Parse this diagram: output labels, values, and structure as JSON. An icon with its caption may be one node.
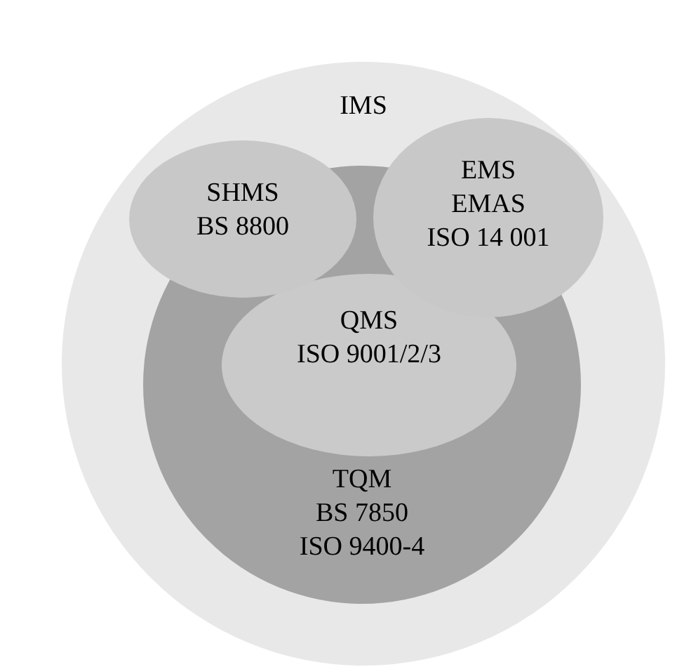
{
  "diagram": {
    "nodes": [
      {
        "text": [
          "IMS"
        ]
      },
      {
        "text": [
          "SHMS",
          "BS 8800"
        ],
        "in": 0
      },
      {
        "text": [
          "EMS",
          "EMAS",
          "ISO 14 001"
        ],
        "in": 0
      },
      {
        "text": [
          "QMS",
          "ISO 9001/2/3"
        ],
        "in": 4
      },
      {
        "text": [
          "TQM",
          "BS 7850",
          "ISO 9400-4"
        ],
        "in": 0
      }
    ]
  }
}
